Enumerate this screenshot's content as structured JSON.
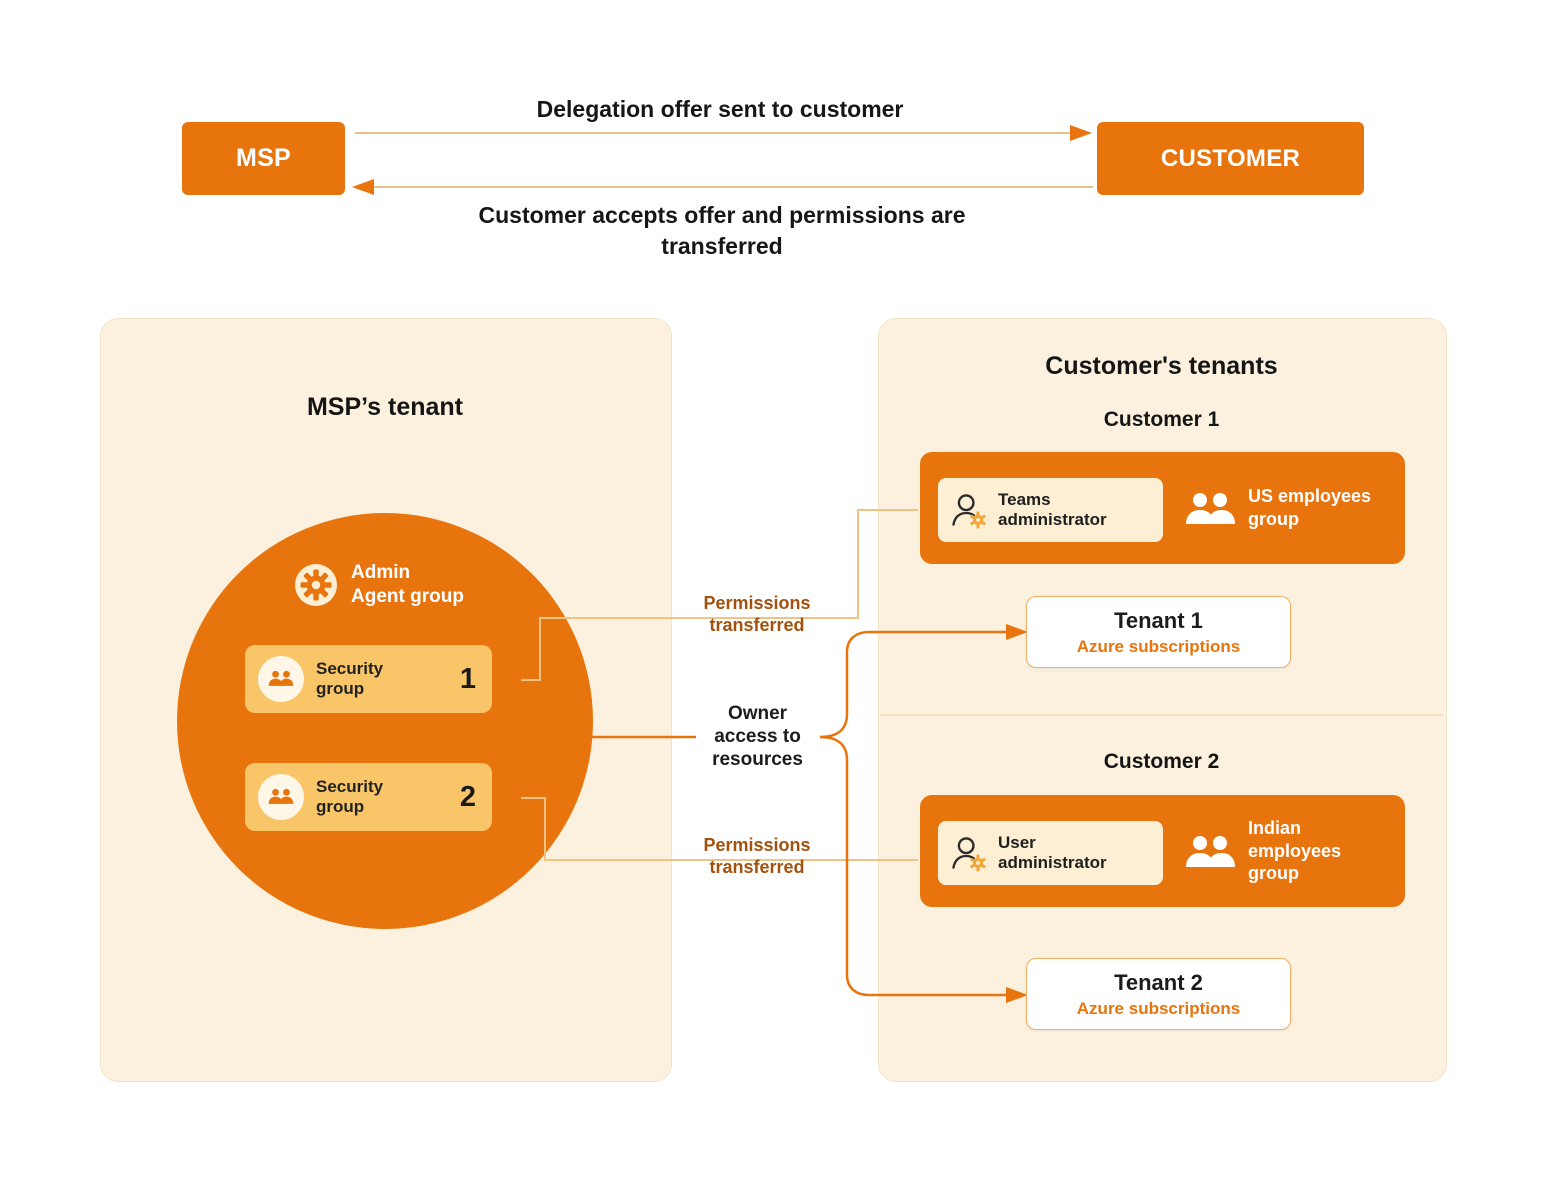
{
  "colors": {
    "primary_orange": "#E8740D",
    "panel_cream": "#FBF1DE",
    "security_box_yellow": "#F8C568",
    "chip_cream": "#FCEFD4",
    "connector_light": "#F0C384",
    "label_brown": "#A3520E",
    "text_dark": "#1C1C1C"
  },
  "top_flow": {
    "msp_label": "MSP",
    "customer_label": "CUSTOMER",
    "offer_arrow_label": "Delegation offer sent to customer",
    "accept_arrow_label": "Customer accepts offer and permissions are transferred"
  },
  "msp_tenant": {
    "title": "MSP’s tenant",
    "admin_group_label": "Admin Agent group",
    "security_groups": [
      {
        "label": "Security group",
        "number": "1"
      },
      {
        "label": "Security group",
        "number": "2"
      }
    ]
  },
  "connectors": {
    "permissions_top": "Permissions transferred",
    "owner_access": "Owner access to resources",
    "permissions_bottom": "Permissions transferred"
  },
  "customer_tenants": {
    "title": "Customer's tenants",
    "customers": [
      {
        "name": "Customer 1",
        "administrator": "Teams administrator",
        "employee_group": "US employees group",
        "tenant_name": "Tenant 1",
        "tenant_detail": "Azure subscriptions"
      },
      {
        "name": "Customer 2",
        "administrator": "User administrator",
        "employee_group": "Indian employees group",
        "tenant_name": "Tenant 2",
        "tenant_detail": "Azure subscriptions"
      }
    ]
  }
}
